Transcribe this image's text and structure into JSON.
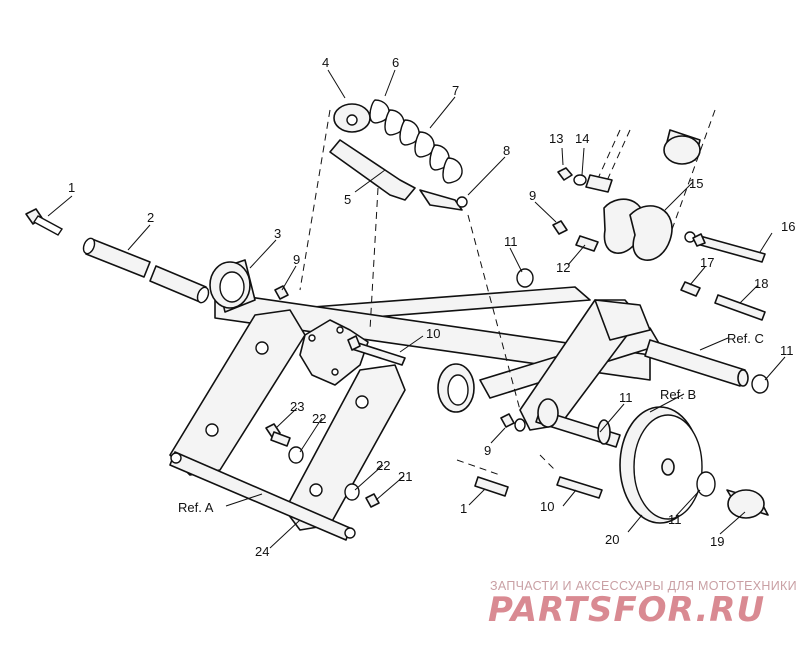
{
  "diagram": {
    "callouts": [
      {
        "id": "1a",
        "label": "1"
      },
      {
        "id": "2",
        "label": "2"
      },
      {
        "id": "3",
        "label": "3"
      },
      {
        "id": "4",
        "label": "4"
      },
      {
        "id": "5",
        "label": "5"
      },
      {
        "id": "6",
        "label": "6"
      },
      {
        "id": "7",
        "label": "7"
      },
      {
        "id": "8",
        "label": "8"
      },
      {
        "id": "9a",
        "label": "9"
      },
      {
        "id": "9b",
        "label": "9"
      },
      {
        "id": "9c",
        "label": "9"
      },
      {
        "id": "10a",
        "label": "10"
      },
      {
        "id": "10b",
        "label": "10"
      },
      {
        "id": "11a",
        "label": "11"
      },
      {
        "id": "11b",
        "label": "11"
      },
      {
        "id": "11c",
        "label": "11"
      },
      {
        "id": "11d",
        "label": "11"
      },
      {
        "id": "12",
        "label": "12"
      },
      {
        "id": "13",
        "label": "13"
      },
      {
        "id": "14",
        "label": "14"
      },
      {
        "id": "15",
        "label": "15"
      },
      {
        "id": "16",
        "label": "16"
      },
      {
        "id": "17",
        "label": "17"
      },
      {
        "id": "18",
        "label": "18"
      },
      {
        "id": "19",
        "label": "19"
      },
      {
        "id": "20",
        "label": "20"
      },
      {
        "id": "21",
        "label": "21"
      },
      {
        "id": "22a",
        "label": "22"
      },
      {
        "id": "22b",
        "label": "22"
      },
      {
        "id": "23",
        "label": "23"
      },
      {
        "id": "24",
        "label": "24"
      },
      {
        "id": "1b",
        "label": "1"
      }
    ],
    "references": [
      {
        "id": "refA",
        "label": "Ref. A"
      },
      {
        "id": "refB",
        "label": "Ref. B"
      },
      {
        "id": "refC",
        "label": "Ref. C"
      }
    ]
  },
  "watermark": {
    "tagline": "ЗАПЧАСТИ И АКСЕССУАРЫ ДЛЯ МОТОТЕХНИКИ",
    "logo": "PARTSFOR.RU"
  }
}
